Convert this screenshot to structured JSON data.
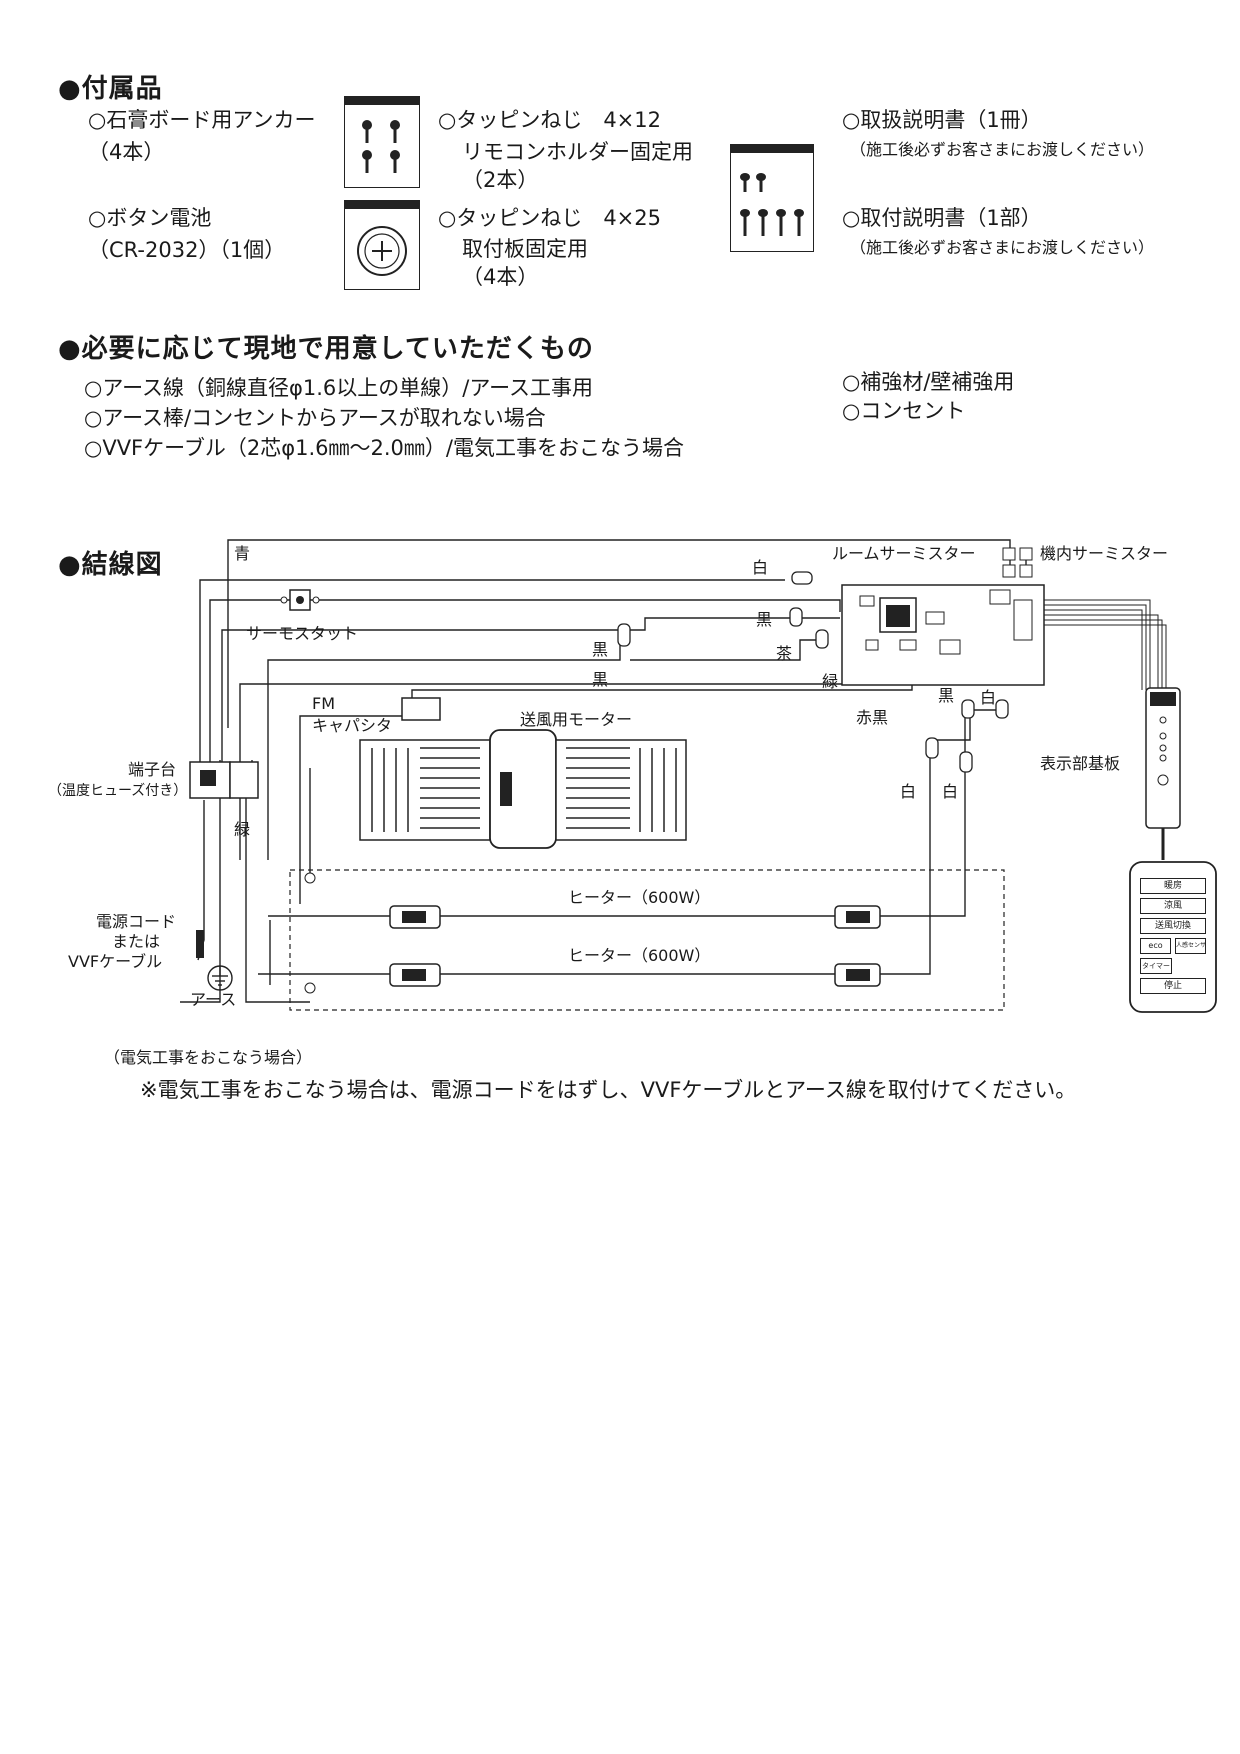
{
  "accessories": {
    "heading": "●付属品",
    "anchor": {
      "name": "○石膏ボード用アンカー",
      "qty": "（4本）"
    },
    "battery": {
      "name": "○ボタン電池",
      "detail": "（CR-2032）（1個）"
    },
    "screw_12": {
      "name": "○タッピンねじ　4×12",
      "use": "リモコンホルダー固定用",
      "qty": "（2本）"
    },
    "screw_25": {
      "name": "○タッピンねじ　4×25",
      "use": "取付板固定用",
      "qty": "（4本）"
    },
    "manual_ops": {
      "name": "○取扱説明書（1冊）",
      "note": "（施工後必ずお客さまにお渡しください）"
    },
    "manual_install": {
      "name": "○取付説明書（1部）",
      "note": "（施工後必ずお客さまにお渡しください）"
    }
  },
  "onsite": {
    "heading": "●必要に応じて現地で用意していただくもの",
    "items_left": [
      "○アース線（銅線直径φ1.6以上の単線）/アース工事用",
      "○アース棒/コンセントからアースが取れない場合",
      "○VVFケーブル（2芯φ1.6㎜～2.0㎜）/電気工事をおこなう場合"
    ],
    "items_right": [
      "○補強材/壁補強用",
      "○コンセント"
    ]
  },
  "wiring": {
    "heading": "●結線図",
    "labels": {
      "blue": "青",
      "white": "白",
      "black": "黒",
      "brown": "茶",
      "green": "緑",
      "red_black": "赤黒",
      "room_thermistor": "ルームサーミスター",
      "internal_thermistor": "機内サーミスター",
      "thermostat": "サーモスタット",
      "fm": "FM",
      "capacitor": "キャパシタ",
      "blower_motor": "送風用モーター",
      "display_board": "表示部基板",
      "terminal_block": "端子台",
      "temp_fuse": "（温度ヒューズ付き）",
      "power_cord": "電源コード",
      "or": "または",
      "vvf": "VVFケーブル",
      "earth": "アース",
      "heater_1": "ヒーター（600W）",
      "heater_2": "ヒーター（600W）"
    },
    "remote_buttons": [
      "暖房",
      "涼風",
      "送風切換",
      "eco",
      "人感センサー",
      "タイマー",
      "停止"
    ]
  },
  "footer": {
    "note_small": "（電気工事をおこなう場合）",
    "note_main": "※電気工事をおこなう場合は、電源コードをはずし、VVFケーブルとアース線を取付けてください。"
  }
}
